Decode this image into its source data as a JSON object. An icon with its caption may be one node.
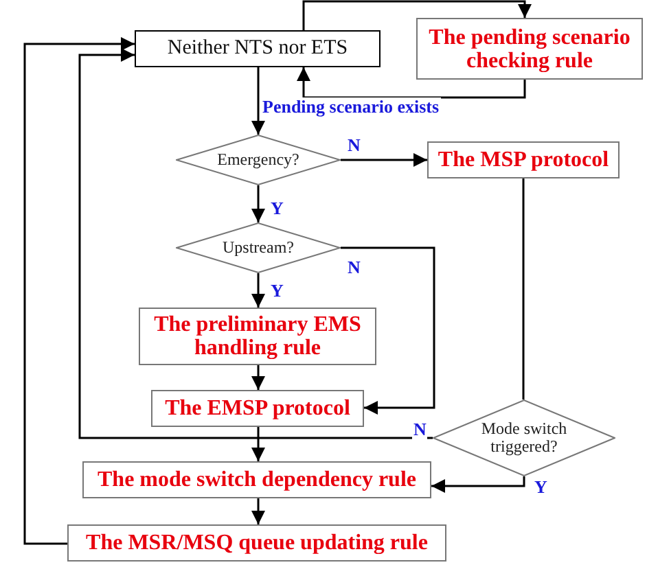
{
  "diagram": {
    "nodes": [
      {
        "text": [
          "Neither NTS nor ETS"
        ]
      },
      {
        "text": [
          "The pending scenario checking rule"
        ]
      },
      {
        "text": [
          "Emergency?"
        ]
      },
      {
        "text": [
          "The MSP protocol"
        ]
      },
      {
        "text": [
          "Upstream?"
        ]
      },
      {
        "text": [
          "The preliminary EMS handling rule"
        ]
      },
      {
        "text": [
          "The EMSP protocol"
        ]
      },
      {
        "text": [
          "Mode switch triggered?"
        ]
      },
      {
        "text": [
          "The mode switch dependency rule"
        ]
      },
      {
        "text": [
          "The MSR/MSQ queue updating rule"
        ]
      }
    ],
    "edges": [
      {
        "from": 0,
        "to": 1,
        "arrow": "to"
      },
      {
        "from": 1,
        "to": 0,
        "arrow": "to"
      },
      {
        "from": 0,
        "to": 2,
        "arrow": "to",
        "label": "Pending scenario exists"
      },
      {
        "from": 2,
        "to": 3,
        "arrow": "to",
        "label": "N"
      },
      {
        "from": 2,
        "to": 4,
        "arrow": "to",
        "label": "Y"
      },
      {
        "from": 4,
        "to": 5,
        "arrow": "to",
        "label": "Y"
      },
      {
        "from": 4,
        "to": 6,
        "arrow": "to",
        "label": "N"
      },
      {
        "from": 5,
        "to": 6,
        "arrow": "to"
      },
      {
        "from": 3,
        "to": 7,
        "arrow": "none"
      },
      {
        "from": 7,
        "to": 0,
        "arrow": "to",
        "label": "N"
      },
      {
        "from": 6,
        "to": 8,
        "arrow": "to"
      },
      {
        "from": 7,
        "to": 8,
        "arrow": "to",
        "label": "Y"
      },
      {
        "from": 8,
        "to": 9,
        "arrow": "to"
      },
      {
        "from": 9,
        "to": 0,
        "arrow": "to"
      }
    ]
  }
}
